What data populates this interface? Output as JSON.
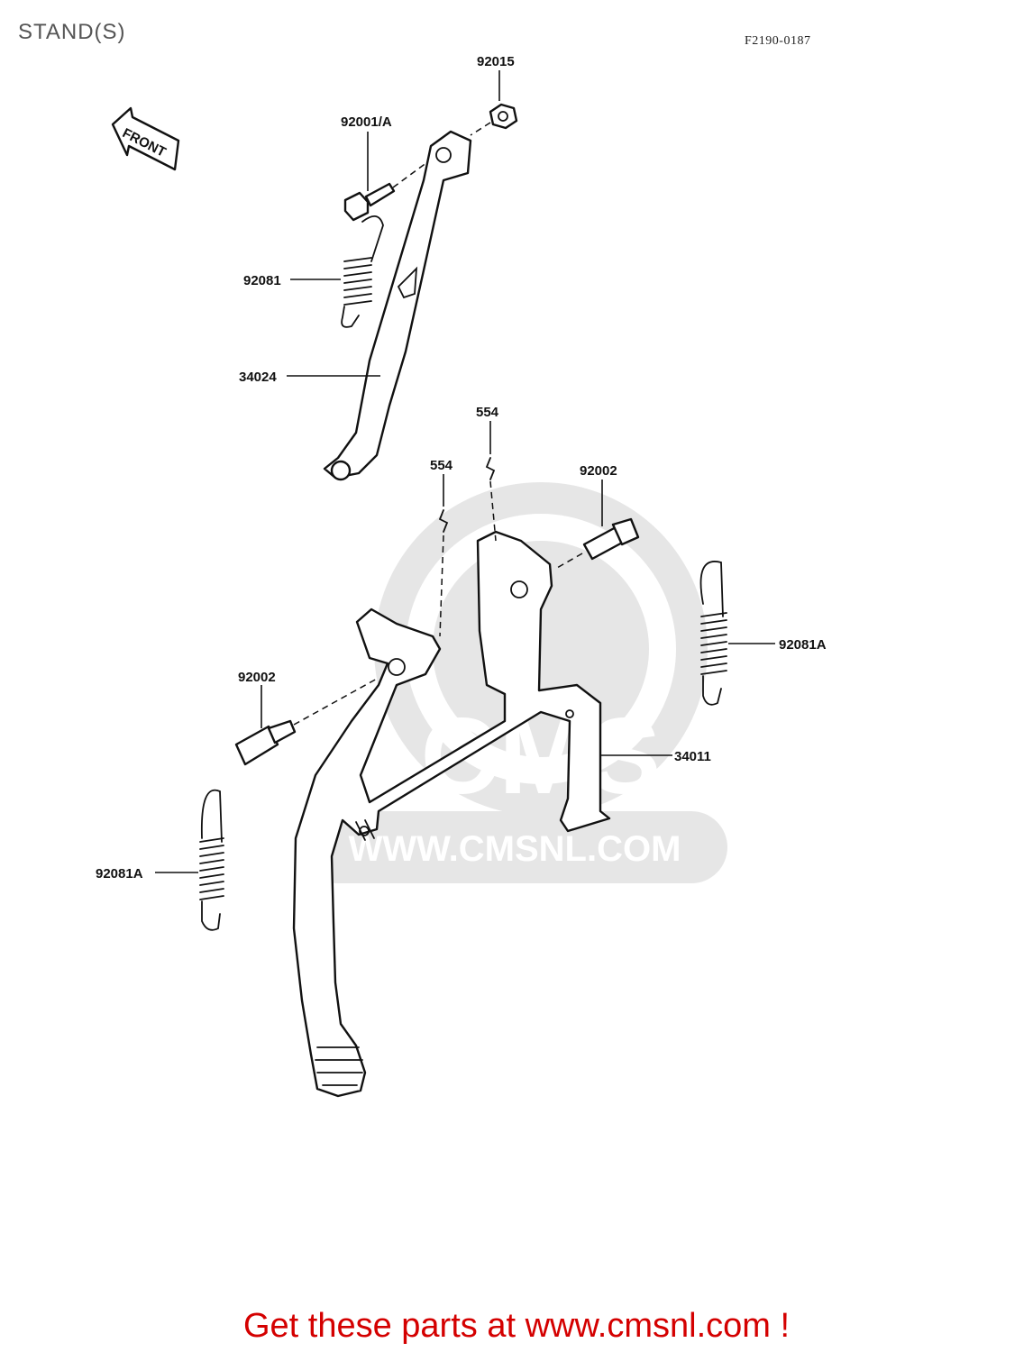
{
  "header": {
    "title": "STAND(S)",
    "diagram_code": "F2190-0187"
  },
  "front_arrow": {
    "label": "FRONT"
  },
  "watermark": {
    "text": "WWW.CMSNL.COM",
    "logo_text": "CMS"
  },
  "callouts": [
    {
      "id": "c1",
      "part_number": "92015"
    },
    {
      "id": "c2",
      "part_number": "92001/A"
    },
    {
      "id": "c3",
      "part_number": "92081"
    },
    {
      "id": "c4",
      "part_number": "34024"
    },
    {
      "id": "c5",
      "part_number": "554"
    },
    {
      "id": "c6",
      "part_number": "554"
    },
    {
      "id": "c7",
      "part_number": "92002"
    },
    {
      "id": "c8",
      "part_number": "92081A"
    },
    {
      "id": "c9",
      "part_number": "92002"
    },
    {
      "id": "c10",
      "part_number": "34011"
    },
    {
      "id": "c11",
      "part_number": "92081A"
    }
  ],
  "footer": {
    "cta_text": "Get these parts at www.cmsnl.com !"
  }
}
